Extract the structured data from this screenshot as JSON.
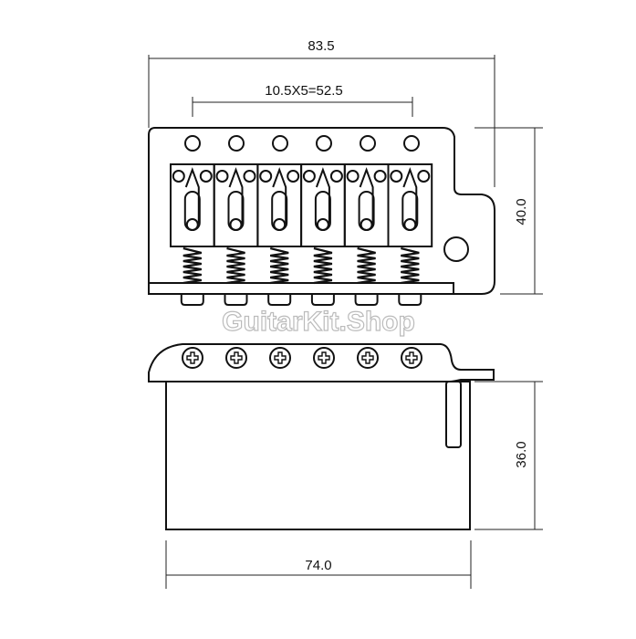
{
  "dimensions": {
    "overall_width": "83.5",
    "string_spacing": "10.5X5=52.5",
    "plate_depth": "40.0",
    "block_height": "36.0",
    "block_width": "74.0"
  },
  "watermark": "GuitarKit.Shop",
  "string_count": 6
}
